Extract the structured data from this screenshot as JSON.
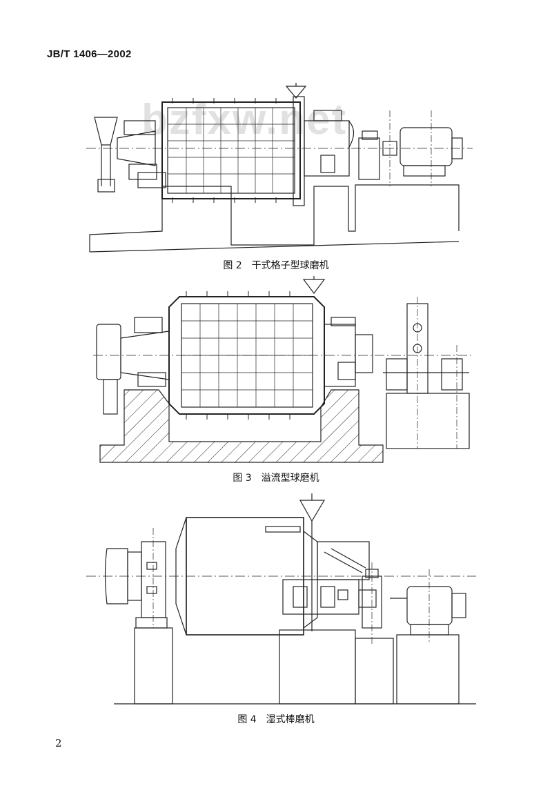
{
  "header": {
    "standard_code": "JB/T 1406—2002"
  },
  "watermark": "bzfxw.net",
  "figures": [
    {
      "caption": "图 2　干式格子型球磨机"
    },
    {
      "caption": "图 3　溢流型球磨机"
    },
    {
      "caption": "图 4　湿式棒磨机"
    }
  ],
  "page_number": "2"
}
